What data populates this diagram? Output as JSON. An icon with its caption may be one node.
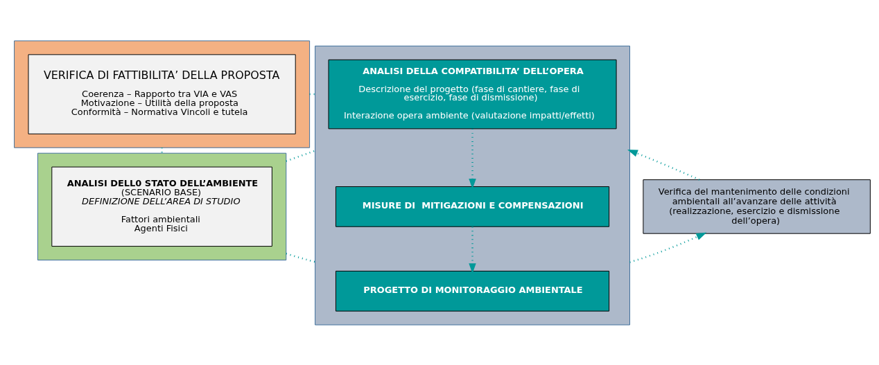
{
  "diagram": {
    "nodes": [
      {
        "text": [],
        "shape": "box"
      },
      {
        "text": [
          "VERIFICA DI FATTIBILITA’ DELLA PROPOSTA",
          "Coerenza – Rapporto tra VIA e VAS",
          "Motivazione – Utilità della proposta",
          "Conformità – Normativa Vincoli e tutela"
        ],
        "in": 0
      },
      {
        "text": [],
        "shape": "box"
      },
      {
        "text": [
          "ANALISI DELL0 STATO DELL’AMBIENTE",
          "(SCENARIO BASE)",
          "DEFINIZIONE DELL’AREA DI STUDIO",
          "Fattori ambientali",
          "Agenti Fisici"
        ],
        "in": 2
      },
      {
        "text": [],
        "shape": "box"
      },
      {
        "text": [
          "ANALISI DELLA COMPATIBILITA’ DELL’OPERA",
          "Descrizione del progetto (fase di cantiere, fase di esercizio, fase di dismissione)",
          "Interazione opera ambiente (valutazione impatti/effetti)"
        ],
        "in": 4
      },
      {
        "text": [
          "MISURE DI  MITIGAZIONI E COMPENSAZIONI"
        ],
        "in": 4
      },
      {
        "text": [
          "PROGETTO DI MONITORAGGIO AMBIENTALE"
        ],
        "in": 4
      },
      {
        "text": [
          "Verifica del mantenimento delle condizioni ambientali all’avanzare delle attività (realizzazione, esercizio e dismissione dell’opera)"
        ]
      }
    ],
    "edges": [
      {
        "from": 0,
        "to": 2,
        "arrow": "none"
      },
      {
        "from": 0,
        "to": 4,
        "arrow": "none"
      },
      {
        "from": 2,
        "to": 4,
        "arrow": "none"
      },
      {
        "from": 2,
        "to": 4,
        "arrow": "none"
      },
      {
        "from": 5,
        "to": 6,
        "arrow": "to"
      },
      {
        "from": 6,
        "to": 7,
        "arrow": "to"
      },
      {
        "from": 4,
        "to": 8,
        "arrow": "to"
      },
      {
        "from": 8,
        "to": 4,
        "arrow": "to"
      }
    ]
  }
}
